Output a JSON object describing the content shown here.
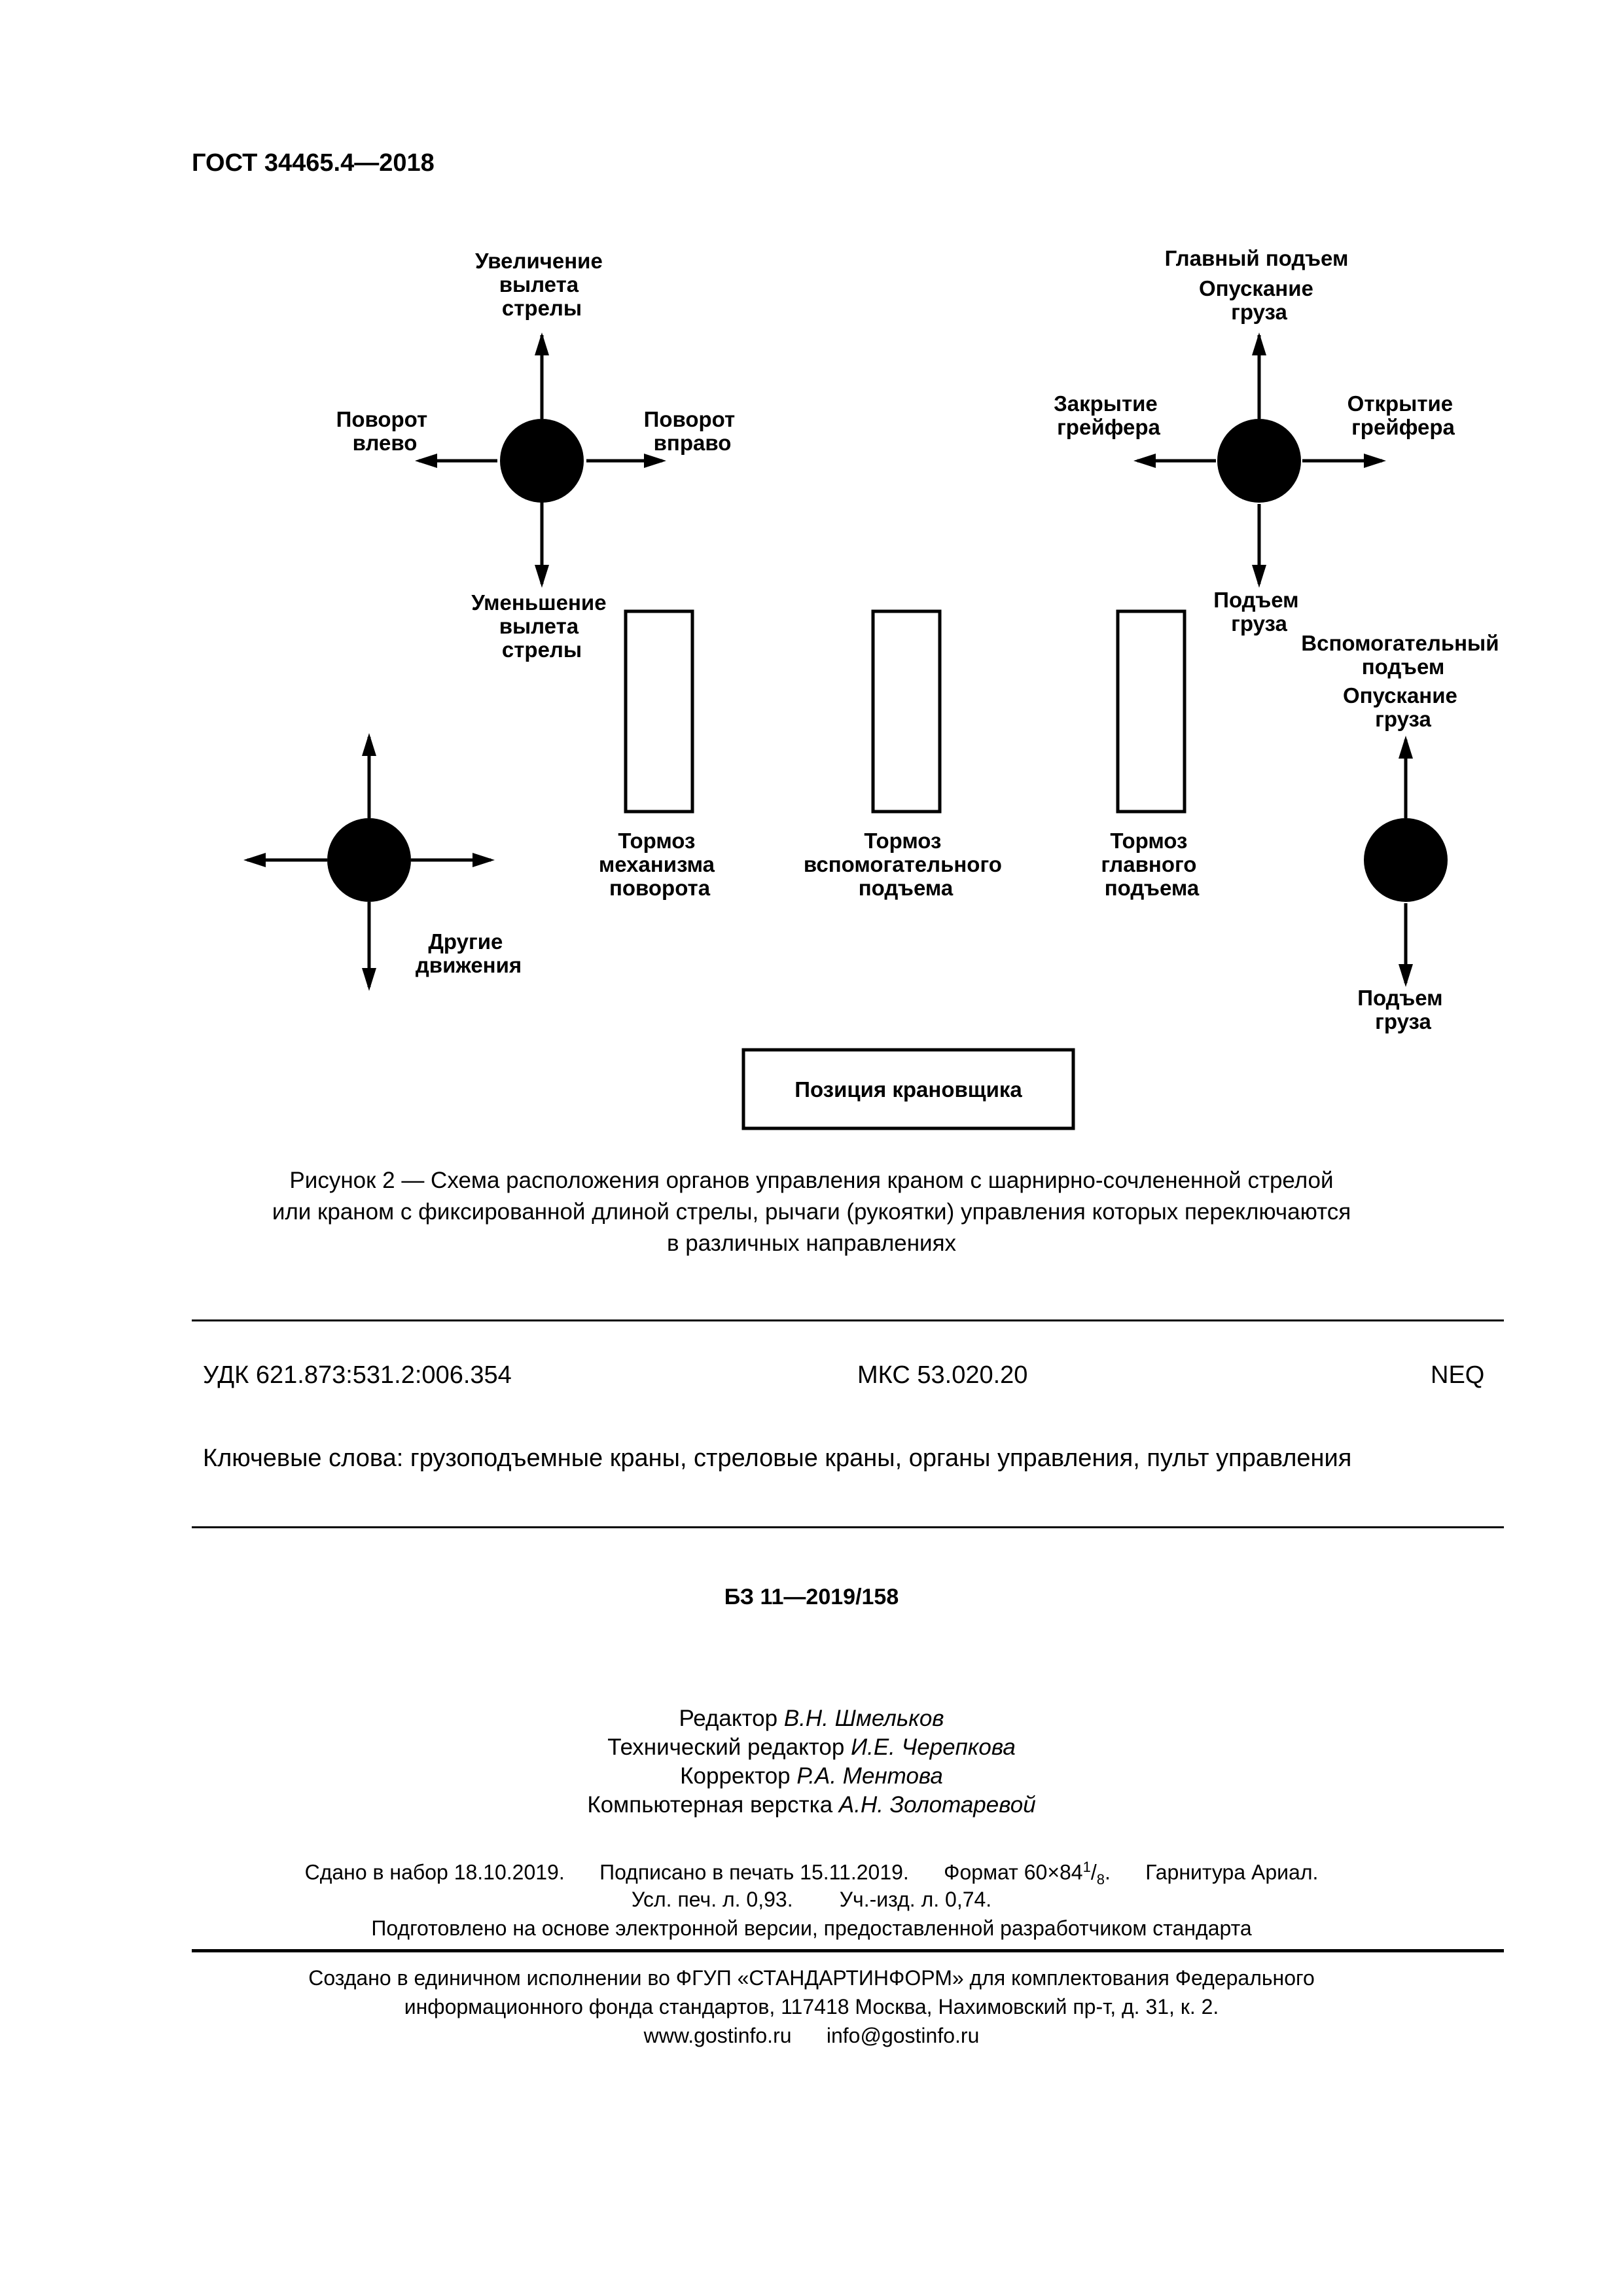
{
  "header": {
    "doc_number": "ГОСТ 34465.4—2018"
  },
  "diagram": {
    "left_joystick": {
      "up": [
        "Увеличение",
        "вылета",
        "стрелы"
      ],
      "left": [
        "Поворот",
        "влево"
      ],
      "right": [
        "Поворот",
        "вправо"
      ],
      "down": [
        "Уменьшение",
        "вылета",
        "стрелы"
      ]
    },
    "right_joystick": {
      "title": "Главный подъем",
      "up": [
        "Опускание",
        "груза"
      ],
      "left": [
        "Закрытие",
        "грейфера"
      ],
      "right": [
        "Открытие",
        "грейфера"
      ],
      "down": [
        "Подъем",
        "груза"
      ]
    },
    "other_joystick": {
      "label": [
        "Другие",
        "движения"
      ]
    },
    "aux_joystick": {
      "title": [
        "Вспомогательный",
        "подъем"
      ],
      "up": [
        "Опускание",
        "груза"
      ],
      "down": [
        "Подъем",
        "груза"
      ]
    },
    "pedals": [
      {
        "label": [
          "Тормоз",
          "механизма",
          "поворота"
        ]
      },
      {
        "label": [
          "Тормоз",
          "вспомогательного",
          "подъема"
        ]
      },
      {
        "label": [
          "Тормоз",
          "главного",
          "подъема"
        ]
      }
    ],
    "operator_box": "Позиция крановщика"
  },
  "caption": {
    "lines": [
      "Рисунок 2 — Схема расположения органов управления краном с шарнирно-сочлененной стрелой",
      "или краном с фиксированной длиной стрелы, рычаги (рукоятки) управления которых переключаются",
      "в различных направлениях"
    ]
  },
  "meta": {
    "udk": "УДК 621.873:531.2:006.354",
    "mks": "МКС 53.020.20",
    "neq": "NEQ",
    "keywords": "Ключевые слова: грузоподъемные краны, стреловые краны, органы управления, пульт управления"
  },
  "bz": "БЗ 11—2019/158",
  "credits": [
    {
      "role": "Редактор",
      "name": "В.Н. Шмельков"
    },
    {
      "role": "Технический редактор",
      "name": "И.Е. Черепкова"
    },
    {
      "role": "Корректор",
      "name": "Р.А. Ментова"
    },
    {
      "role": "Компьютерная верстка",
      "name": "А.Н. Золотаревой"
    }
  ],
  "print_info": {
    "sent": "Сдано в набор 18.10.2019.",
    "signed": "Подписано в печать 15.11.2019.",
    "format_prefix": "Формат 60×84",
    "format_num": "1",
    "format_den": "8",
    "font": "Гарнитура Ариал.",
    "usl": "Усл. печ. л. 0,93.",
    "uch": "Уч.-изд. л. 0,74.",
    "prepared": "Подготовлено на основе электронной версии, предоставленной разработчиком стандарта"
  },
  "footer": {
    "lines": [
      "Создано в единичном исполнении во ФГУП «СТАНДАРТИНФОРМ» для комплектования Федерального",
      "информационного фонда стандартов, 117418 Москва, Нахимовский пр-т, д. 31, к. 2."
    ],
    "site": "www.gostinfo.ru",
    "email": "info@gostinfo.ru"
  }
}
